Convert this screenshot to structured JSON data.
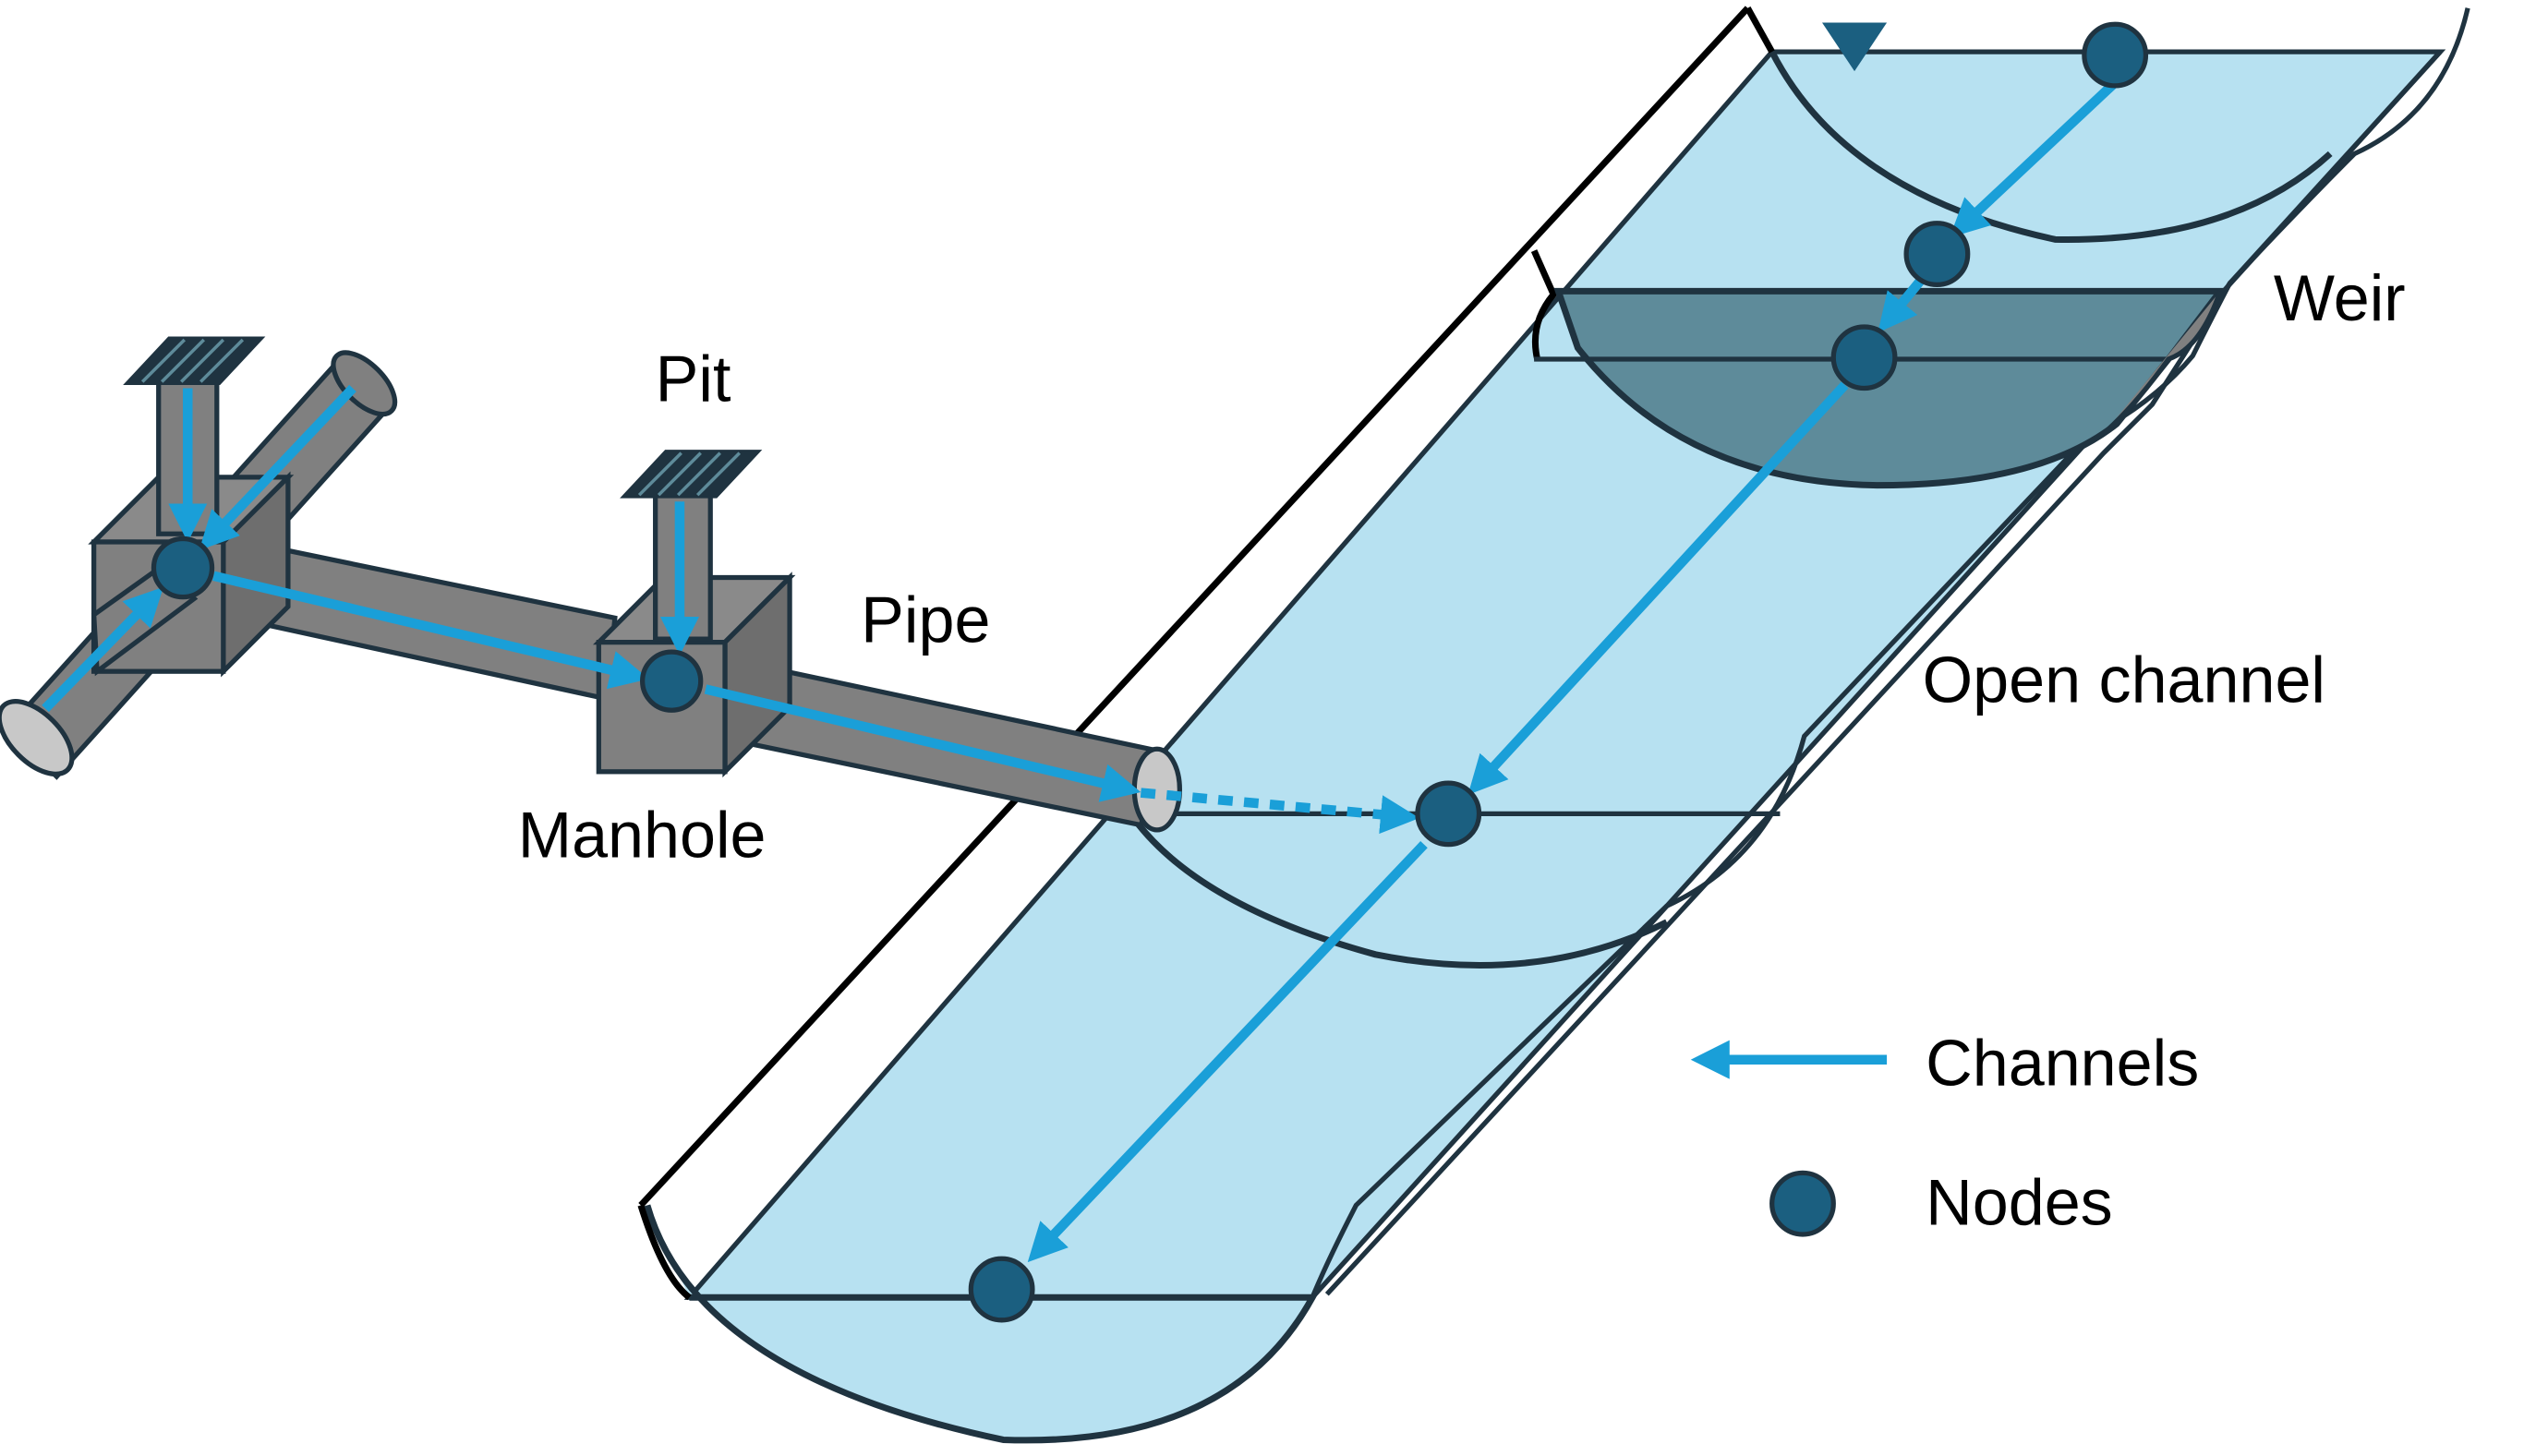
{
  "labels": {
    "pit": "Pit",
    "pipe": "Pipe",
    "manhole": "Manhole",
    "weir": "Weir",
    "open_channel": "Open channel"
  },
  "legend": {
    "channels": "Channels",
    "nodes": "Nodes"
  },
  "colors": {
    "water": "#b7e1f1",
    "weir": "#5e8b9a",
    "node": "#1b5f80",
    "flow": "#1a9fd8",
    "structure": "#808080",
    "outline": "#1f3340"
  },
  "icons": [
    "grate-icon",
    "water-surface-icon",
    "channel-arrow-icon",
    "node-icon"
  ]
}
